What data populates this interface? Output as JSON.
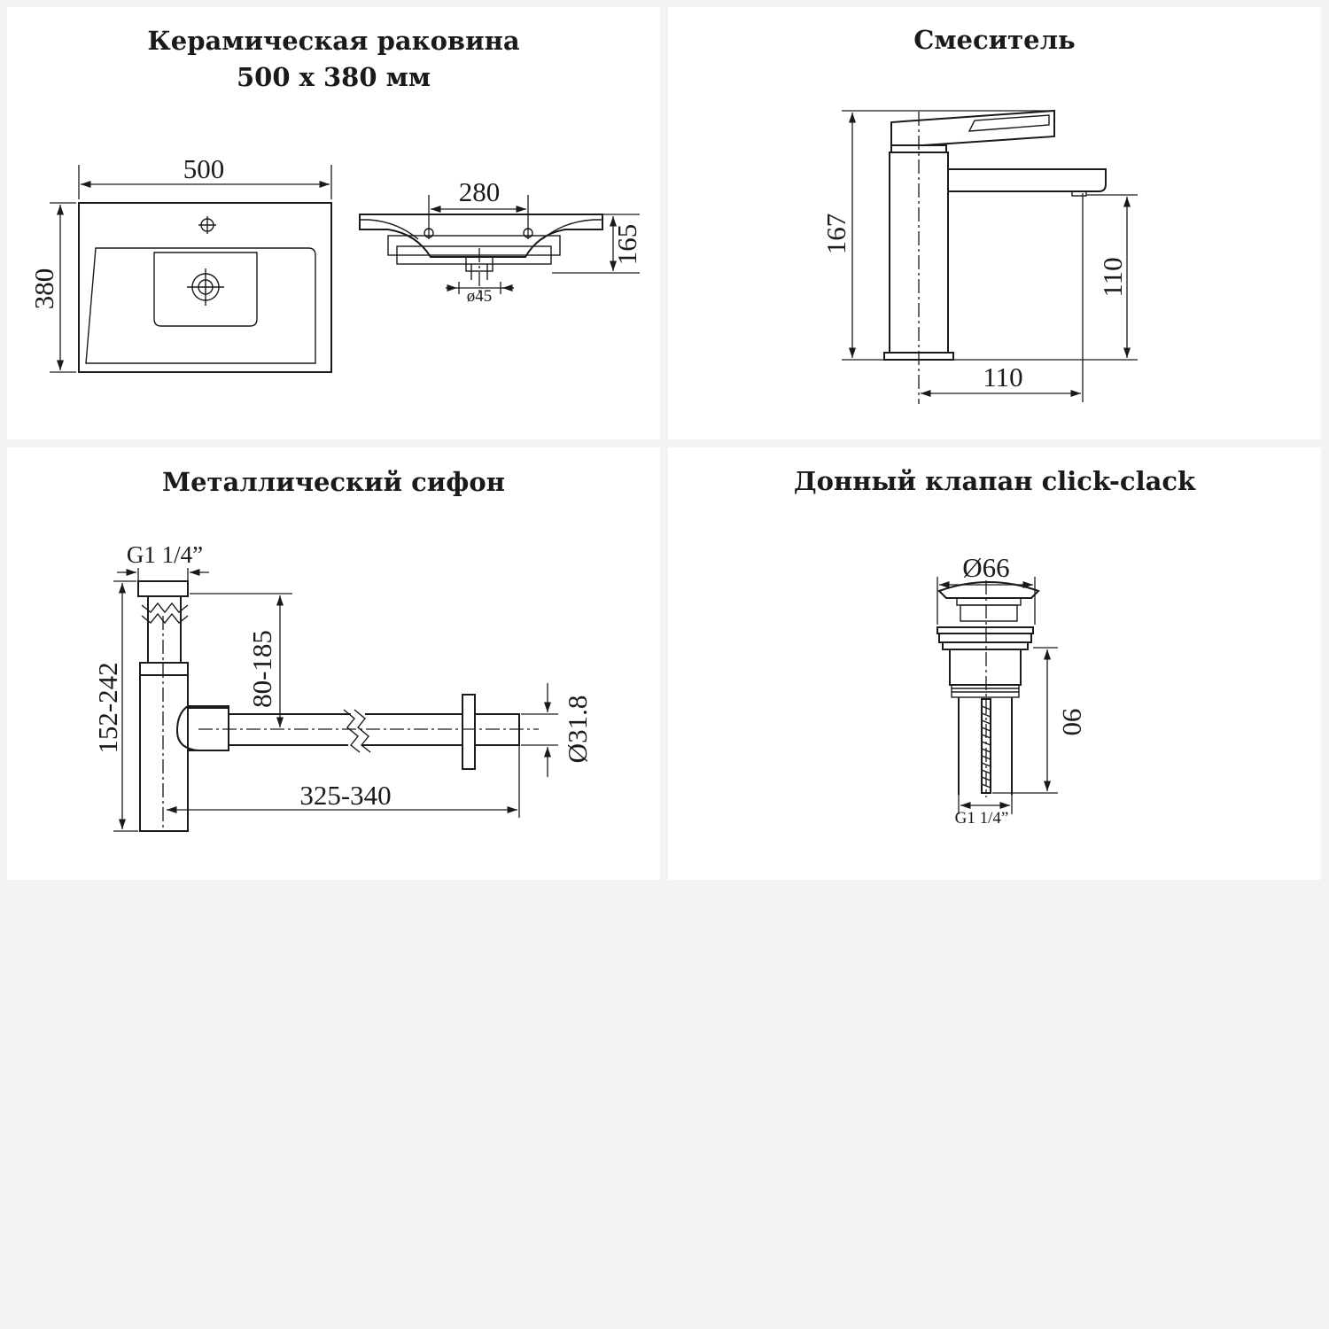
{
  "panels": {
    "sink": {
      "title": "Керамическая раковина\n500 x 380 мм",
      "dim_width": "500",
      "dim_depth": "380",
      "dim_holes": "280",
      "dim_height": "165",
      "dim_drain": "ø45"
    },
    "faucet": {
      "title": "Смеситель",
      "dim_height": "167",
      "dim_spout_height": "110",
      "dim_reach": "110"
    },
    "siphon": {
      "title": "Металлический сифон",
      "dim_thread": "G1 1/4”",
      "dim_height_range": "152-242",
      "dim_drop_range": "80-185",
      "dim_length_range": "325-340",
      "dim_pipe_diameter": "Ø31.8"
    },
    "valve": {
      "title": "Донный клапан click-clack",
      "dim_diameter": "Ø66",
      "dim_height": "90",
      "dim_thread": "G1 1/4”"
    }
  },
  "colors": {
    "background": "#f3f3f3",
    "panel": "#ffffff",
    "line": "#1a1a1a"
  }
}
